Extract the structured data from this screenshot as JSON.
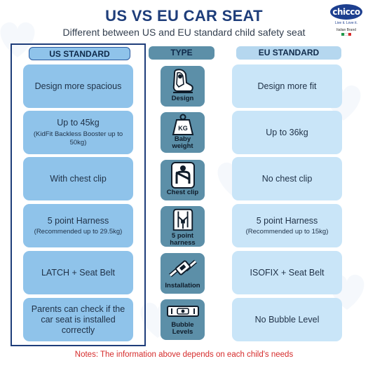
{
  "header": {
    "title": "US VS EU CAR SEAT",
    "subtitle": "Different between US and EU standard child safety seat"
  },
  "logo": {
    "brand": "chicco",
    "tagline": "Live it. Love it.",
    "italian": "Italian Brand"
  },
  "columns": {
    "us": "US STANDARD",
    "type": "TYPE",
    "eu": "EU STANDARD"
  },
  "rows": [
    {
      "type": "Design",
      "icon": "car-seat-icon",
      "us_main": "Design more spacious",
      "us_sub": "",
      "eu_main": "Design more fit",
      "eu_sub": ""
    },
    {
      "type": "Baby weight",
      "icon": "weight-icon",
      "us_main": "Up to 45kg",
      "us_sub": "(KidFit Backless Booster up to 50kg)",
      "eu_main": "Up to 36kg",
      "eu_sub": ""
    },
    {
      "type": "Chest clip",
      "icon": "chest-clip-icon",
      "us_main": "With chest clip",
      "us_sub": "",
      "eu_main": "No chest clip",
      "eu_sub": ""
    },
    {
      "type": "5 point harness",
      "icon": "harness-icon",
      "us_main": "5 point Harness",
      "us_sub": "(Recommended up to 29.5kg)",
      "eu_main": "5 point Harness",
      "eu_sub": "(Recommended up to 15kg)"
    },
    {
      "type": "Installation",
      "icon": "seat-belt-buckle-icon",
      "us_main": "LATCH + Seat Belt",
      "us_sub": "",
      "eu_main": "ISOFIX + Seat Belt",
      "eu_sub": ""
    },
    {
      "type": "Bubble Levels",
      "icon": "bubble-level-icon",
      "us_main": "Parents can check if the car seat is installed correctly",
      "us_sub": "",
      "eu_main": "No Bubble Level",
      "eu_sub": ""
    }
  ],
  "notes": "Notes: The information above depends on each child's needs",
  "colors": {
    "title": "#1e3d7a",
    "us_cell": "#8fc3ea",
    "eu_cell": "#c9e5f8",
    "type_tile": "#5c8fa8",
    "notes": "#d52b2b"
  }
}
